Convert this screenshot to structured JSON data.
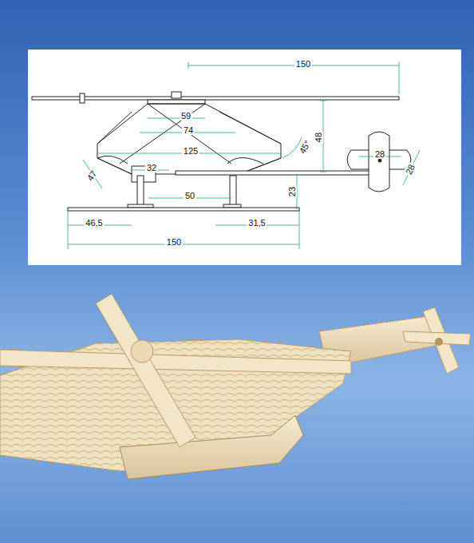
{
  "diagram": {
    "labels": [
      "150",
      "59",
      "74",
      "125",
      "48",
      "45°",
      "28",
      "28",
      "32",
      "47",
      "50",
      "23",
      "46,5",
      "31,5",
      "150"
    ]
  }
}
